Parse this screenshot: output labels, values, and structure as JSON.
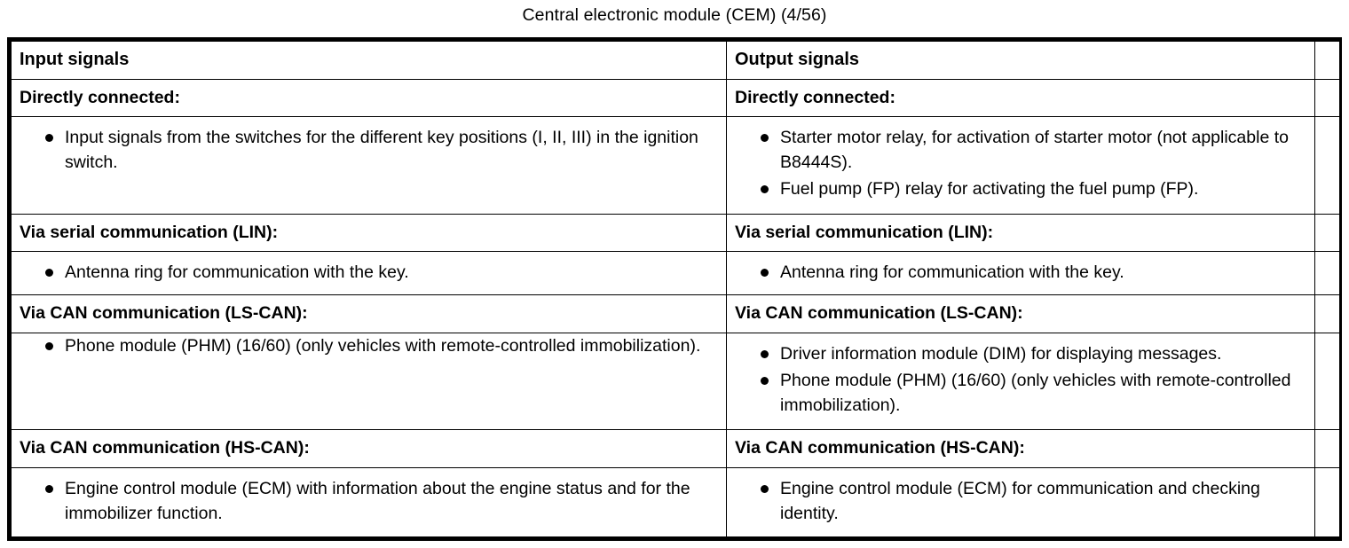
{
  "document": {
    "title": "Central electronic module (CEM) (4/56)"
  },
  "table": {
    "columns": [
      {
        "header": "Input signals"
      },
      {
        "header": "Output signals"
      },
      {
        "header": ""
      }
    ],
    "sections": [
      {
        "name": "directly-connected",
        "left_heading": "Directly connected:",
        "right_heading": "Directly connected:",
        "left_items": [
          "Input signals from the switches for the different key positions (I, II, III) in the ignition switch."
        ],
        "right_items": [
          "Starter motor relay, for activation of starter motor (not applicable to B8444S).",
          "Fuel pump (FP) relay for activating the fuel pump (FP)."
        ]
      },
      {
        "name": "via-serial-communication-lin",
        "left_heading": "Via serial communication (LIN):",
        "right_heading": "Via serial communication (LIN):",
        "left_items": [
          "Antenna ring for communication with the key."
        ],
        "right_items": [
          "Antenna ring for communication with the key."
        ]
      },
      {
        "name": "via-can-communication-ls-can",
        "left_heading": "Via CAN communication (LS-CAN):",
        "right_heading": "Via CAN communication (LS-CAN):",
        "left_items": [
          "Phone module (PHM) (16/60) (only vehicles with remote-controlled immobilization)."
        ],
        "right_items": [
          "Driver information module (DIM) for displaying messages.",
          "Phone module (PHM) (16/60) (only vehicles with remote-controlled immobilization)."
        ]
      },
      {
        "name": "via-can-communication-hs-can",
        "left_heading": "Via CAN communication (HS-CAN):",
        "right_heading": "Via CAN communication (HS-CAN):",
        "left_items": [
          "Engine control module (ECM) with information about the engine status and for the immobilizer function."
        ],
        "right_items": [
          "Engine control module (ECM) for communication and checking identity."
        ]
      }
    ]
  }
}
